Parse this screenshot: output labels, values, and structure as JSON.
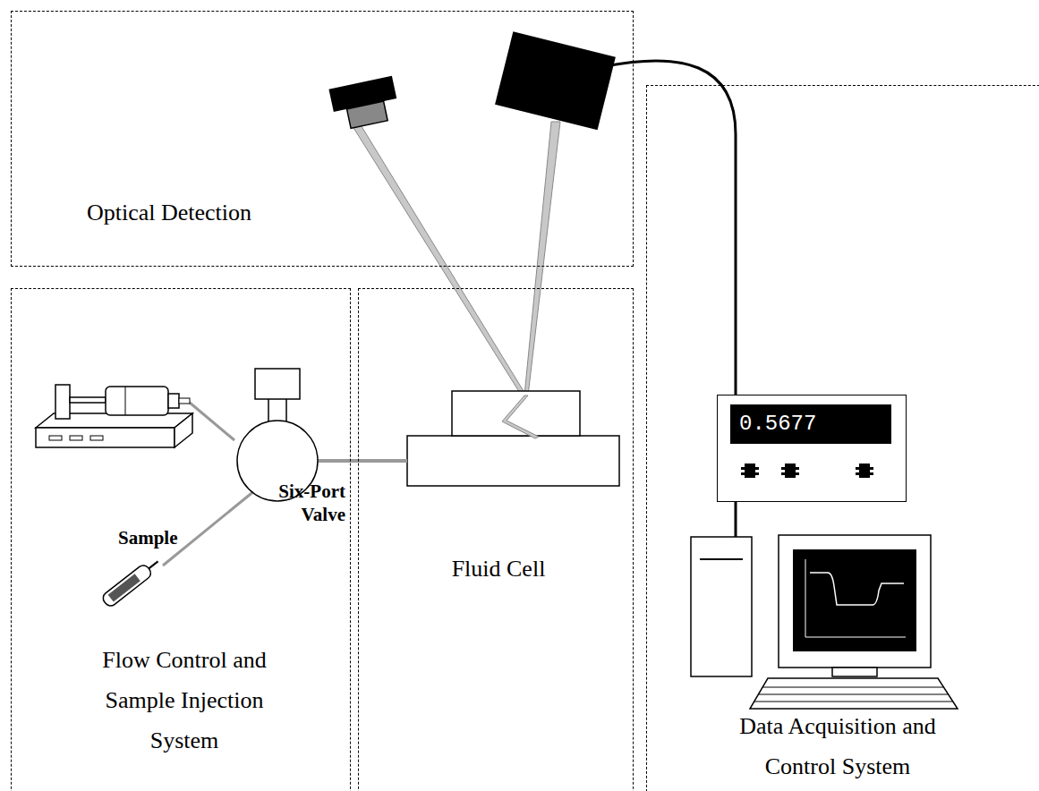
{
  "diagram": {
    "nodes": [
      {
        "text": [
          "Optical Detection"
        ]
      },
      {
        "text": [
          "Flow Control and Sample Injection System"
        ]
      },
      {
        "text": [
          "Fluid Cell"
        ]
      },
      {
        "text": [
          "Data Acquisition and Control System"
        ]
      },
      {
        "text": [
          "0.5677"
        ],
        "in": 3
      }
    ],
    "labels": [
      "Six-Port Valve",
      "Sample"
    ]
  }
}
